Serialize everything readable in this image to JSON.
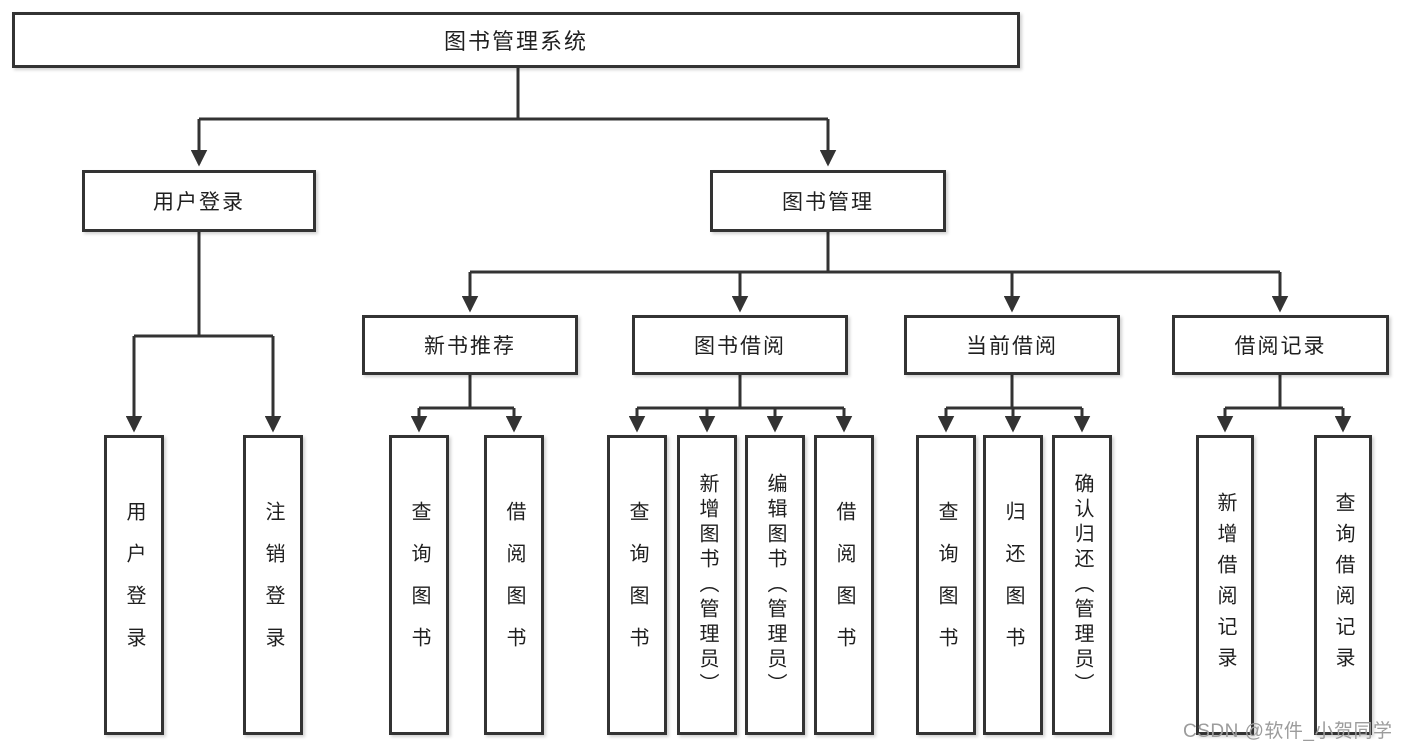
{
  "diagram": {
    "root": {
      "label": "图书管理系统"
    },
    "level2": [
      {
        "label": "用户登录"
      },
      {
        "label": "图书管理"
      }
    ],
    "level3": [
      {
        "label": "新书推荐"
      },
      {
        "label": "图书借阅"
      },
      {
        "label": "当前借阅"
      },
      {
        "label": "借阅记录"
      }
    ],
    "leaves": {
      "user_login": [
        "用户登录",
        "注销登录"
      ],
      "new_book": [
        "查询图书",
        "借阅图书"
      ],
      "book_borrow": [
        "查询图书",
        "新增图书（管理员）",
        "编辑图书（管理员）",
        "借阅图书"
      ],
      "current_borrow": [
        "查询图书",
        "归还图书",
        "确认归还（管理员）"
      ],
      "borrow_records": [
        "新增借阅记录",
        "查询借阅记录"
      ]
    }
  },
  "watermark": {
    "text": "CSDN @软件_小贺同学"
  },
  "colors": {
    "line": "#333333",
    "box_border": "#333333",
    "background": "#ffffff",
    "watermark": "#9c9c9c"
  }
}
